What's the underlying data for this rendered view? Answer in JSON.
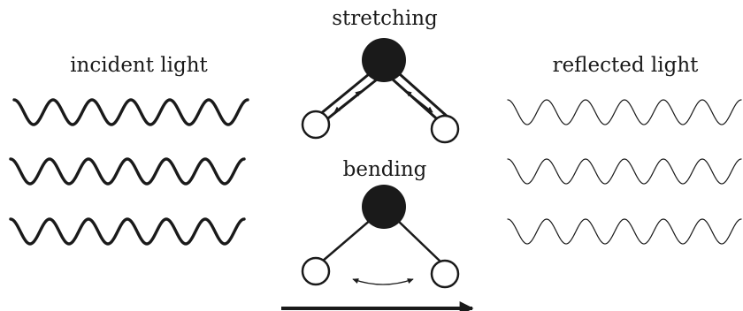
{
  "labels": {
    "incident": "incident light",
    "reflected": "reflected light",
    "stretching": "stretching",
    "bending": "bending"
  },
  "waves": {
    "incident_count": 3,
    "reflected_count": 3,
    "cycles_per_wave": 6
  },
  "colors": {
    "ink": "#1a1a1a",
    "central_atom_fill": "#1a1a1a",
    "outer_atom_fill": "#ffffff",
    "background": "#ffffff"
  }
}
